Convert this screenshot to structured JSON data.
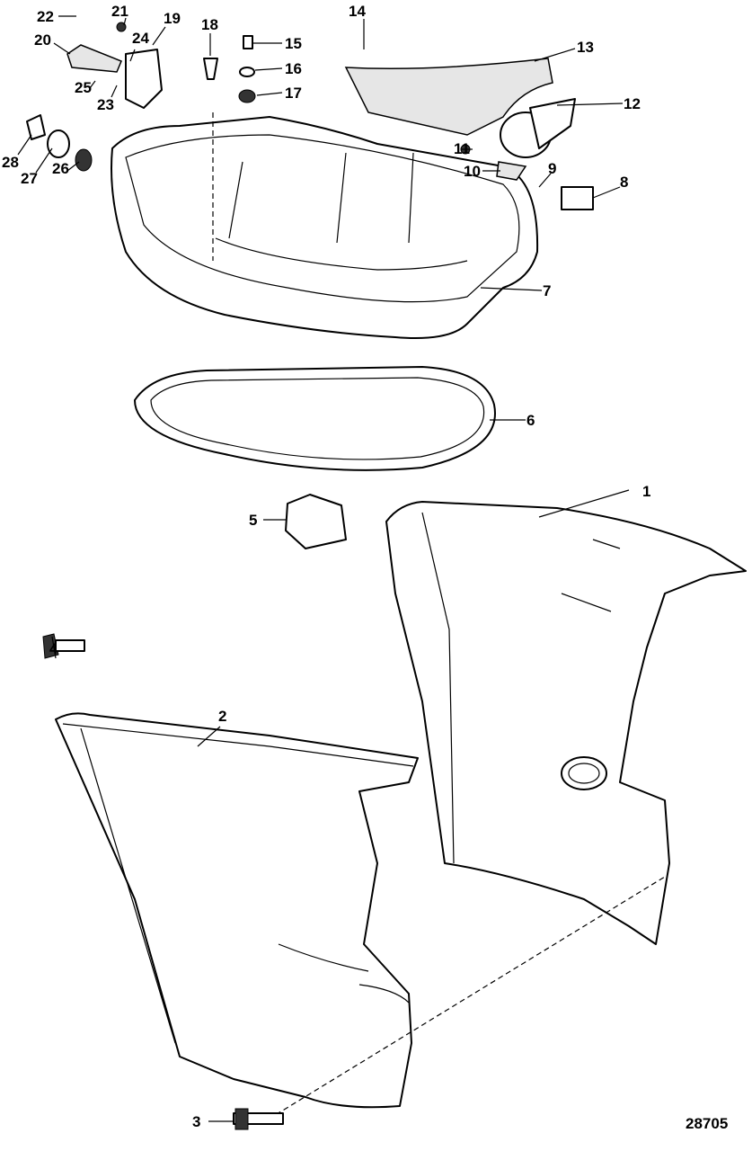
{
  "diagram": {
    "figure_number": "28705",
    "callouts": [
      "1",
      "2",
      "3",
      "4",
      "5",
      "6",
      "7",
      "8",
      "9",
      "10",
      "11",
      "12",
      "13",
      "14",
      "15",
      "16",
      "17",
      "18",
      "19",
      "20",
      "21",
      "22",
      "23",
      "24",
      "25",
      "26",
      "27",
      "28"
    ]
  }
}
